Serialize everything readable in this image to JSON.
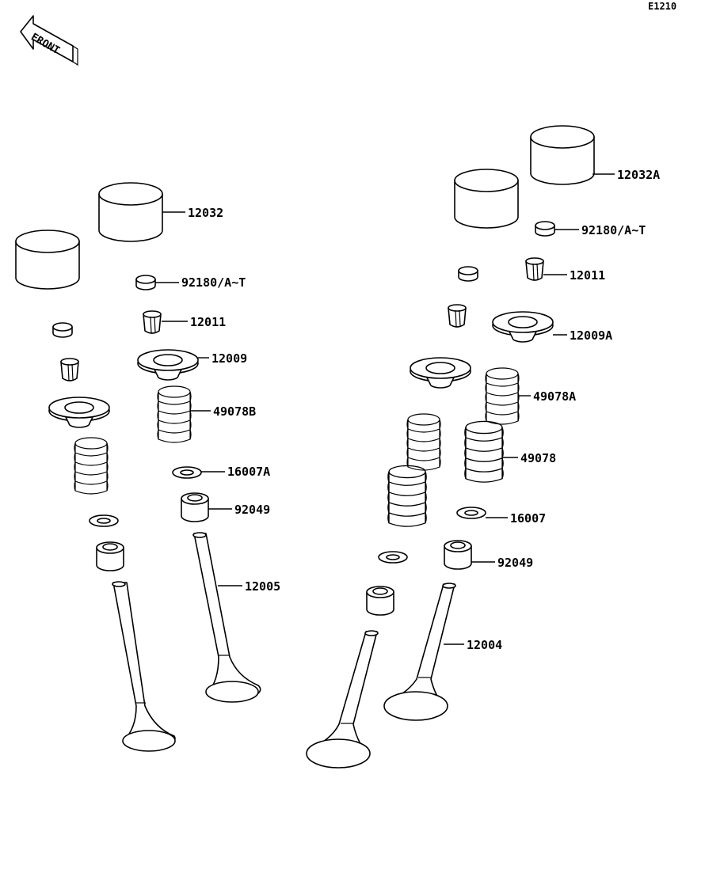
{
  "diagram_code": "E1210",
  "front_badge": "FRONT",
  "labels": {
    "tappet_left": "12032",
    "shim_left": "92180/A~T",
    "keeper_left": "12011",
    "retainer_left": "12009",
    "spring_left": "49078B",
    "seat_left": "16007A",
    "seal_left": "92049",
    "valve_left": "12005",
    "tappet_right": "12032A",
    "shim_right": "92180/A~T",
    "keeper_right": "12011",
    "retainer_right": "12009A",
    "spring_right_small": "49078A",
    "spring_right_large": "49078",
    "seat_right": "16007",
    "seal_right": "92049",
    "valve_right": "12004"
  }
}
